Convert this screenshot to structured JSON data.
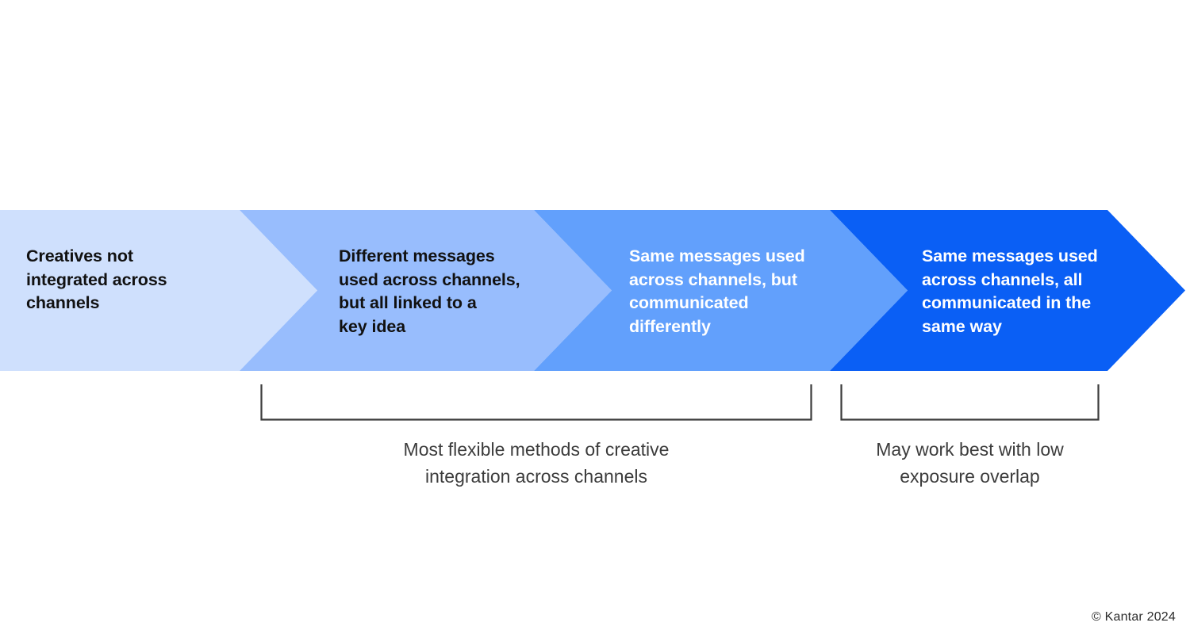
{
  "diagram": {
    "type": "chevron-progression",
    "title_visible": false,
    "stages": [
      {
        "id": "stage-1",
        "label": "Creatives not\nintegrated across\nchannels",
        "fill": "#cfe0fd",
        "text_color": "#111111"
      },
      {
        "id": "stage-2",
        "label": "Different messages\nused across channels,\nbut all linked to a\nkey idea",
        "fill": "#98bdfd",
        "text_color": "#111111"
      },
      {
        "id": "stage-3",
        "label": "Same messages used\nacross channels, but\ncommunicated\ndifferently",
        "fill": "#62a0fc",
        "text_color": "#ffffff"
      },
      {
        "id": "stage-4",
        "label": "Same messages used\nacross channels, all\ncommunicated in the\nsame way",
        "fill": "#0a5ff5",
        "text_color": "#ffffff"
      }
    ],
    "brackets": [
      {
        "id": "bracket-1",
        "caption": "Most flexible methods of creative\nintegration across channels",
        "spans_stages": "2-3",
        "color": "#3c3c3c"
      },
      {
        "id": "bracket-2",
        "caption": "May work best with low\nexposure overlap",
        "spans_stages": "4",
        "color": "#3c3c3c"
      }
    ]
  },
  "footer": {
    "copyright": "© Kantar 2024"
  }
}
